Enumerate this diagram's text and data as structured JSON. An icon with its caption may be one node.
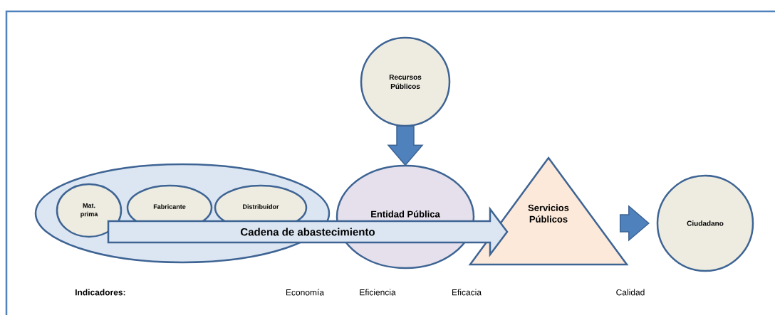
{
  "diagram": {
    "nodes": [
      {
        "text": [],
        "shape": "ellipse"
      },
      {
        "text": [
          "Mat. prima"
        ],
        "in": 0
      },
      {
        "text": [
          "Fabricante"
        ],
        "in": 0
      },
      {
        "text": [
          "Distribuidor"
        ],
        "in": 0
      },
      {
        "text": [
          "Recursos Públicos"
        ]
      },
      {
        "text": [
          "Entidad Pública"
        ]
      },
      {
        "text": [
          "Cadena de abastecimiento"
        ]
      },
      {
        "text": [
          "Servicios Públicos"
        ]
      },
      {
        "text": [
          "Ciudadano"
        ]
      }
    ],
    "edges": [
      {
        "from": 4,
        "to": 5,
        "arrow": "to"
      },
      {
        "from": 7,
        "to": 8,
        "arrow": "to"
      }
    ],
    "labels": [
      "Indicadores:",
      "Economía",
      "Eficiencia",
      "Eficacia",
      "Calidad"
    ]
  }
}
